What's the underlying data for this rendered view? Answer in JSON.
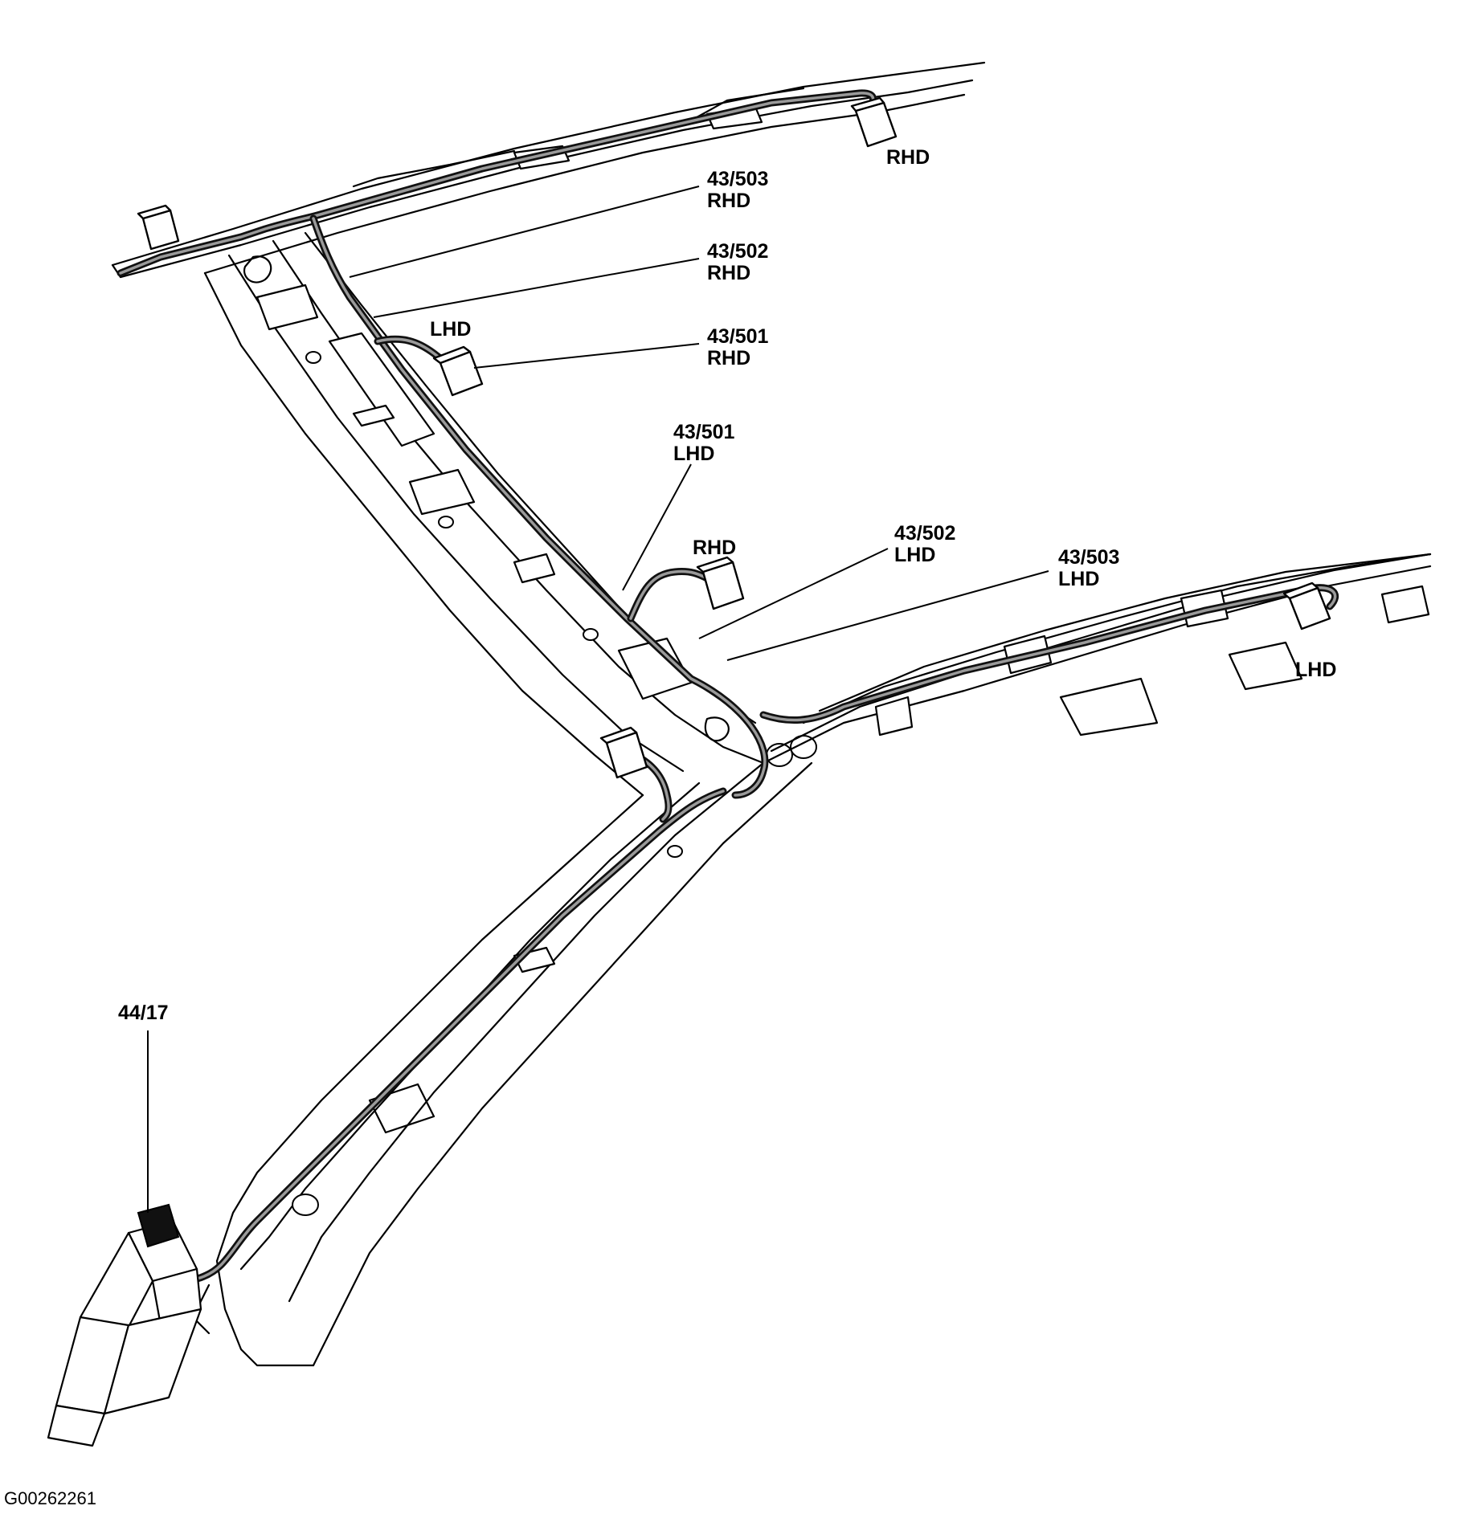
{
  "figure_id": "G00262261",
  "colors": {
    "line": "#000000",
    "wire_core": "#9a9a9a",
    "background": "#ffffff"
  },
  "labels": {
    "rhd_top": "RHD",
    "c503_rhd": {
      "code": "43/503",
      "variant": "RHD"
    },
    "c502_rhd": {
      "code": "43/502",
      "variant": "RHD"
    },
    "lhd_upper": "LHD",
    "c501_rhd": {
      "code": "43/501",
      "variant": "RHD"
    },
    "c501_lhd": {
      "code": "43/501",
      "variant": "LHD"
    },
    "rhd_mid": "RHD",
    "c502_lhd": {
      "code": "43/502",
      "variant": "LHD"
    },
    "c503_lhd": {
      "code": "43/503",
      "variant": "LHD"
    },
    "lhd_right": "LHD",
    "c44_17": "44/17"
  }
}
